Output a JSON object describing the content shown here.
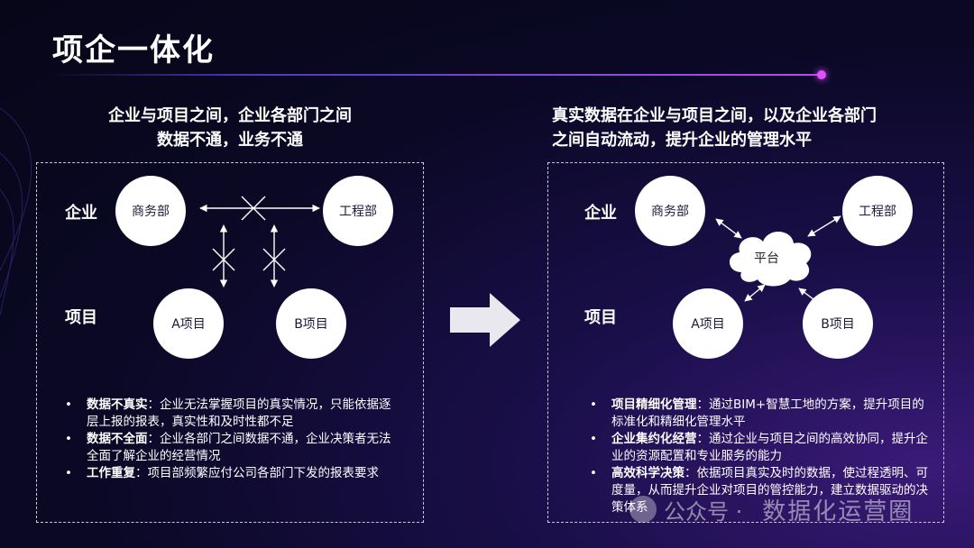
{
  "title": "项企一体化",
  "left": {
    "heading_line1": "企业与项目之间，企业各部门之间",
    "heading_line2": "数据不通，业务不通",
    "row_enterprise": "企业",
    "row_project": "项目",
    "nodes": {
      "commerce": "商务部",
      "engineering": "工程部",
      "project_a": "A项目",
      "project_b": "B项目"
    },
    "bullets": [
      {
        "bold": "数据不真实",
        "text": "：企业无法掌握项目的真实情况，只能依据逐层上报的报表，真实性和及时性都不足"
      },
      {
        "bold": "数据不全面",
        "text": "：企业各部门之间数据不通，企业决策者无法全面了解企业的经营情况"
      },
      {
        "bold": "工作重复",
        "text": "：项目部频繁应付公司各部门下发的报表要求"
      }
    ]
  },
  "right": {
    "heading_line1": "真实数据在企业与项目之间，以及企业各部门",
    "heading_line2": "之间自动流动，提升企业的管理水平",
    "row_enterprise": "企业",
    "row_project": "项目",
    "nodes": {
      "commerce": "商务部",
      "engineering": "工程部",
      "project_a": "A项目",
      "project_b": "B项目",
      "platform": "平台"
    },
    "bullets": [
      {
        "bold": "项目精细化管理",
        "text": "：通过BIM+智慧工地的方案，提升项目的标准化和精细化管理水平"
      },
      {
        "bold": "企业集约化经营",
        "text": "：通过企业与项目之间的高效协同，提升企业的资源配置和专业服务的能力"
      },
      {
        "bold": "高效科学决策",
        "text": "：依据项目真实及时的数据，使过程透明、可度量，从而提升企业对项目的管控能力，建立数据驱动的决策体系"
      }
    ]
  },
  "bullet_marker": "•",
  "watermark": {
    "account": "公众号 ·",
    "brand": "数据化运营圈"
  }
}
